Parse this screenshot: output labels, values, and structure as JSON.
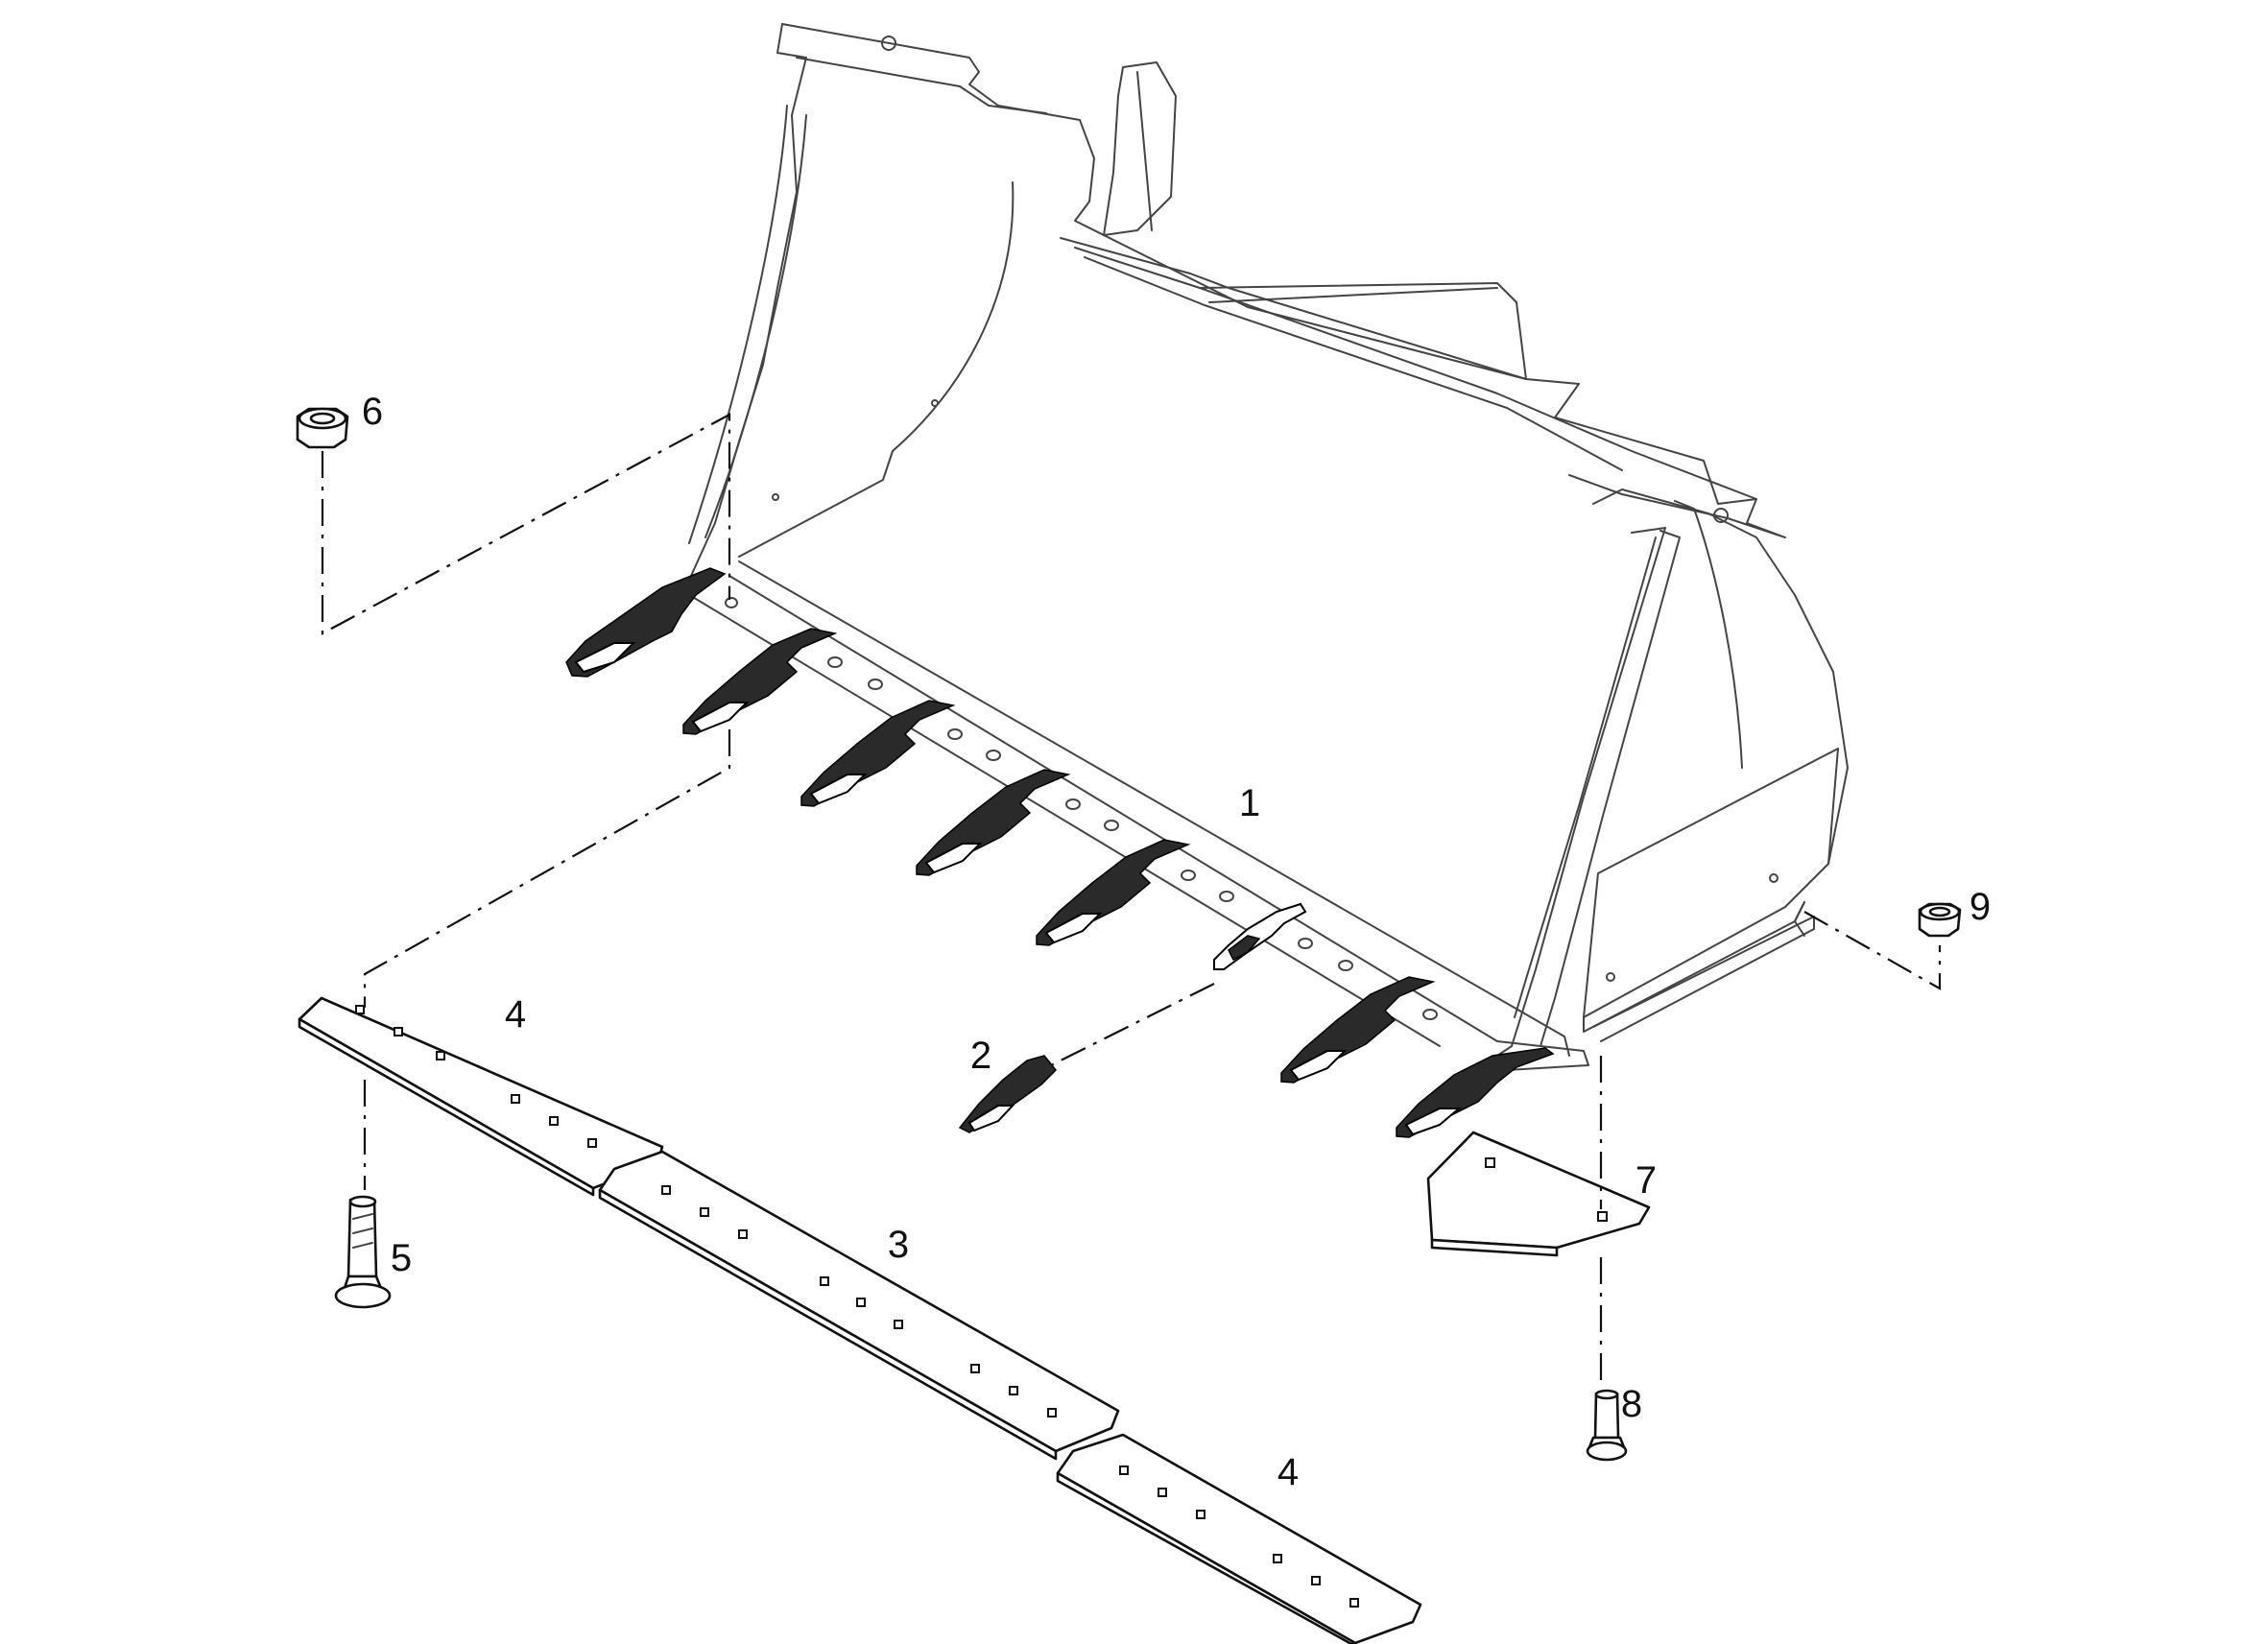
{
  "diagram": {
    "type": "exploded-parts-view",
    "subject": "loader-bucket",
    "callouts": {
      "tooth_adapter": "1",
      "tooth_tip": "2",
      "center_cutting_edge": "3",
      "end_cutting_edge_left": "4",
      "end_cutting_edge_right": "4",
      "plow_bolt": "5",
      "nut_left": "6",
      "side_plate": "7",
      "side_bolt": "8",
      "nut_right": "9"
    }
  }
}
